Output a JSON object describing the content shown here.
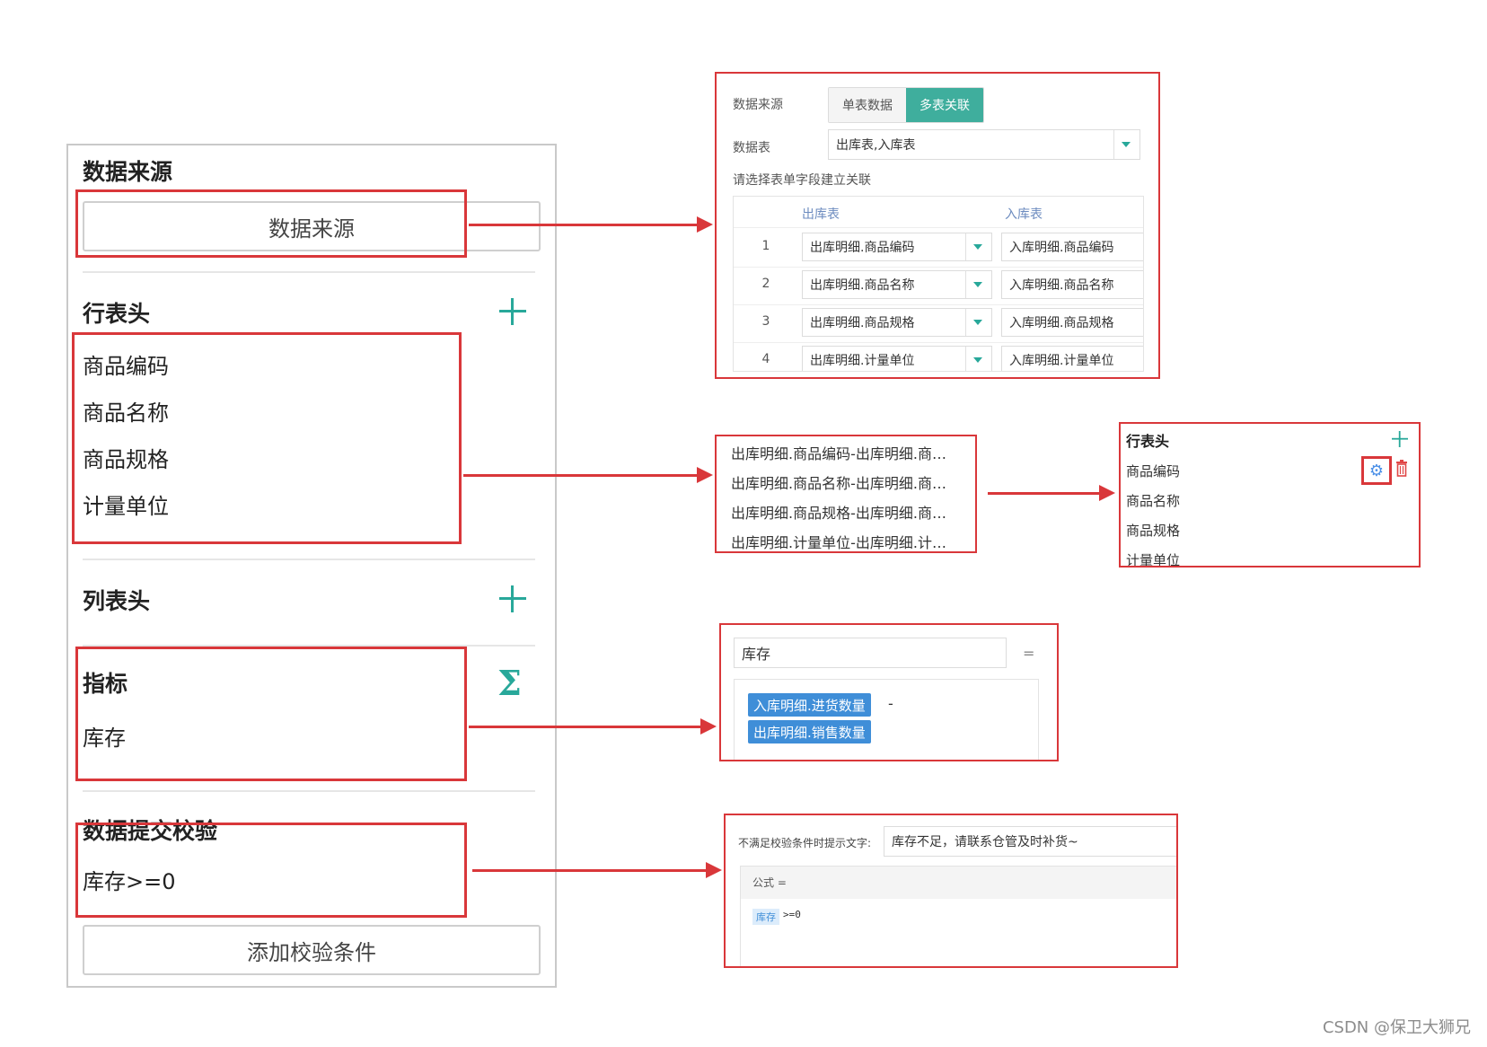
{
  "left": {
    "data_source_title": "数据来源",
    "data_source_button": "数据来源",
    "row_header_title": "行表头",
    "row_header_items": [
      "商品编码",
      "商品名称",
      "商品规格",
      "计量单位"
    ],
    "col_header_title": "列表头",
    "indicator_title": "指标",
    "indicator_item": "库存",
    "validation_title": "数据提交校验",
    "validation_item": "库存>=0",
    "add_validation_button": "添加校验条件"
  },
  "source_panel": {
    "source_label": "数据来源",
    "mode_single": "单表数据",
    "mode_multi": "多表关联",
    "selected_mode": "多表关联",
    "table_label": "数据表",
    "table_value": "出库表,入库表",
    "hint": "请选择表单字段建立关联",
    "col_left": "出库表",
    "col_right": "入库表",
    "rows": [
      {
        "num": "1",
        "left": "出库明细.商品编码",
        "right": "入库明细.商品编码"
      },
      {
        "num": "2",
        "left": "出库明细.商品名称",
        "right": "入库明细.商品名称"
      },
      {
        "num": "3",
        "left": "出库明细.商品规格",
        "right": "入库明细.商品规格"
      },
      {
        "num": "4",
        "left": "出库明细.计量单位",
        "right": "入库明细.计量单位"
      }
    ]
  },
  "relation_list": [
    "出库明细.商品编码-出库明细.商…",
    "出库明细.商品名称-出库明细.商…",
    "出库明细.商品规格-出库明细.商…",
    "出库明细.计量单位-出库明细.计…"
  ],
  "row_header_panel": {
    "title": "行表头",
    "items": [
      "商品编码",
      "商品名称",
      "商品规格",
      "计量单位"
    ]
  },
  "indicator_panel": {
    "name": "库存",
    "equals": "=",
    "chip1": "入库明细.进货数量",
    "operator": "-",
    "chip2": "出库明细.销售数量"
  },
  "validation_panel": {
    "label": "不满足校验条件时提示文字:",
    "message": "库存不足，请联系仓管及时补货~",
    "formula_label": "公式 =",
    "formula_chip": "库存",
    "formula_rest": ">=0"
  },
  "watermark": "CSDN @保卫大狮兄",
  "colors": {
    "accent": "#28a89a",
    "highlight": "#d9373a",
    "chip": "#3f8ed8"
  }
}
